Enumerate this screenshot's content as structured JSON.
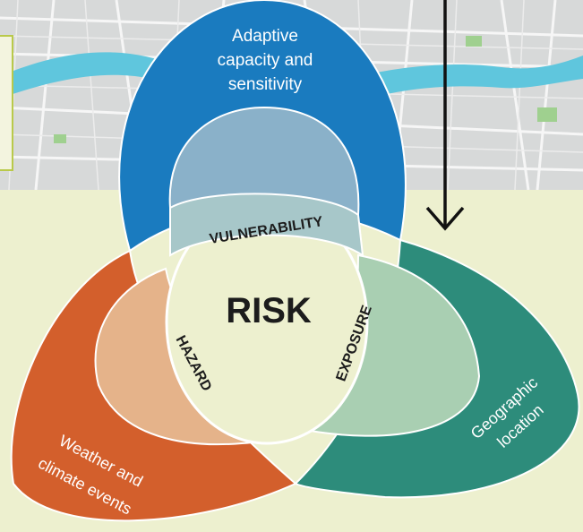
{
  "diagram": {
    "center_label": "RISK",
    "components": {
      "vulnerability": "VULNERABILITY",
      "hazard": "HAZARD",
      "exposure": "EXPOSURE"
    },
    "drivers": {
      "adaptive_line1": "Adaptive",
      "adaptive_line2": "capacity and",
      "adaptive_line3": "sensitivity",
      "weather_line1": "Weather and",
      "weather_line2": "climate events",
      "geo_line1": "Geographic",
      "geo_line2": "location"
    }
  },
  "colors": {
    "background": "#edf0cf",
    "blue": "#1a7bbf",
    "orange": "#d35f2c",
    "teal": "#2d8c7b"
  }
}
